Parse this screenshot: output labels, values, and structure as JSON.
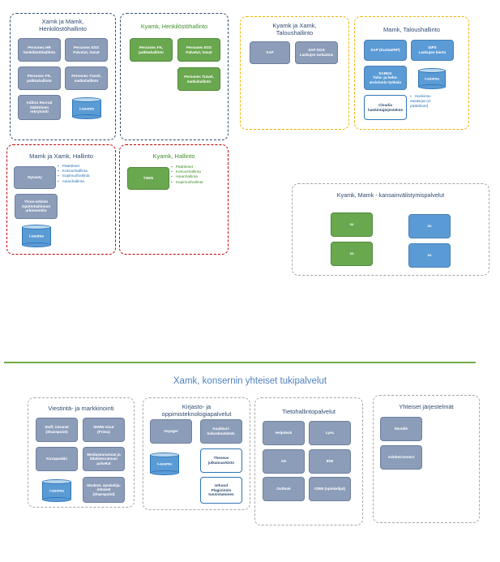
{
  "colors": {
    "blue_group": "#2e4a70",
    "red_group": "#c00000",
    "orange_group": "#f4b400",
    "gray_group": "#a6a6a6",
    "gray_box": "#8c9db9",
    "green_box": "#6aa84f",
    "blue_box": "#5b9bd5",
    "divider": "#70ad47"
  },
  "groups": {
    "xamk_mamk_hr": {
      "title": "Xamk ja Mamk,\nHenkilöstöhallinto",
      "boxes": [
        "Personec HR\nhenkilöstöhallinto",
        "Personec ESS\nPalvelut, lomat",
        "Personec FK,\npalkkahallinto",
        "Personec Travel,\nmatkahallinto",
        "Adibro Recruit\nSähköinen\nrekrytointi"
      ],
      "db": "I-asema"
    },
    "kyamk_hr": {
      "title": "Kyamk, Henkilöstöhallinto",
      "boxes": [
        "Personec FK,\npalkkahallinto",
        "Personec ESS\nPalvelut, lomat",
        "Personec Travel,\nmatkahallinto"
      ]
    },
    "kyamk_xamk_finance": {
      "title": "Kyamk ja Xamk,\nTaloushallinto",
      "boxes": [
        "SAP",
        "SAP DOS\nLaskujen tarkastus"
      ]
    },
    "mamk_finance": {
      "title": "Mamk, Taloushallinto",
      "boxes": [
        "SAP (KuntaERP)",
        "SIPS\nLaskujen kierto",
        "SARKK\nTaha- ja heha-\narvioinnin työkalu",
        "Cloudia\nhankintajärjestelmä"
      ],
      "db": "I-asema",
      "bullets": [
        "Hankinta-\nasiakirjat (ei\npäätökset)"
      ]
    },
    "mamk_xamk_admin": {
      "title": "Mamk ja Xamk, Hallinto",
      "boxes": [
        "Dynasty",
        "Ylsoo-arkisto\nOpintohallinnon\narkistointiin"
      ],
      "db": "I-asema",
      "bullets": [
        "Päätökset",
        "Kokoushallinta",
        "Sopimushallinta",
        "Asianhallinta"
      ]
    },
    "kyamk_admin": {
      "title": "Kyamk, Hallinto",
      "boxes": [
        "TWeb"
      ],
      "bullets": [
        "Päätökset",
        "Kokoushallinta",
        "Asianhallinta",
        "Sopimushallinta"
      ]
    },
    "kyamk_mamk_intl": {
      "title": "Kyamk, Mamk - kansainvälistymispalvelut",
      "boxes": [
        "xx",
        "xx",
        "xx",
        "xx"
      ]
    },
    "comm": {
      "title": "Viestintä- ja markkinointi",
      "boxes": [
        "Staff, intranet\n(Sharepoint)",
        "WWW-sivut\n(Prima)",
        "Kuvapankki",
        "Mediaseurannan ja\nlähdiseurannan\npalvelut",
        "Student, opiskelija-\nintranet\n(Sharepoint)"
      ],
      "db": "I-asema"
    },
    "library": {
      "title": "Kirjasto- ja\noppimisteknologiapalvelut",
      "boxes": [
        "Voyager",
        "Kaakkuri-\nkokoelmatietok.",
        "Theseus\njulkaisuarkisto",
        "Urkund\nPlagioinnin\ntunnistaminen"
      ],
      "db": "I-asema"
    },
    "it": {
      "title": "Tietohallintopalvelut",
      "boxes": [
        "Helpdesk",
        "Lync",
        "AD",
        "IDM",
        "Outlook",
        "O365 (opiskelijat)"
      ]
    },
    "common_systems": {
      "title": "Yhteiset järjestelmät",
      "boxes": [
        "Moodle",
        "AdobeConnect"
      ]
    }
  },
  "main_title": "Xamk, konsernin yhteiset tukipalvelut"
}
